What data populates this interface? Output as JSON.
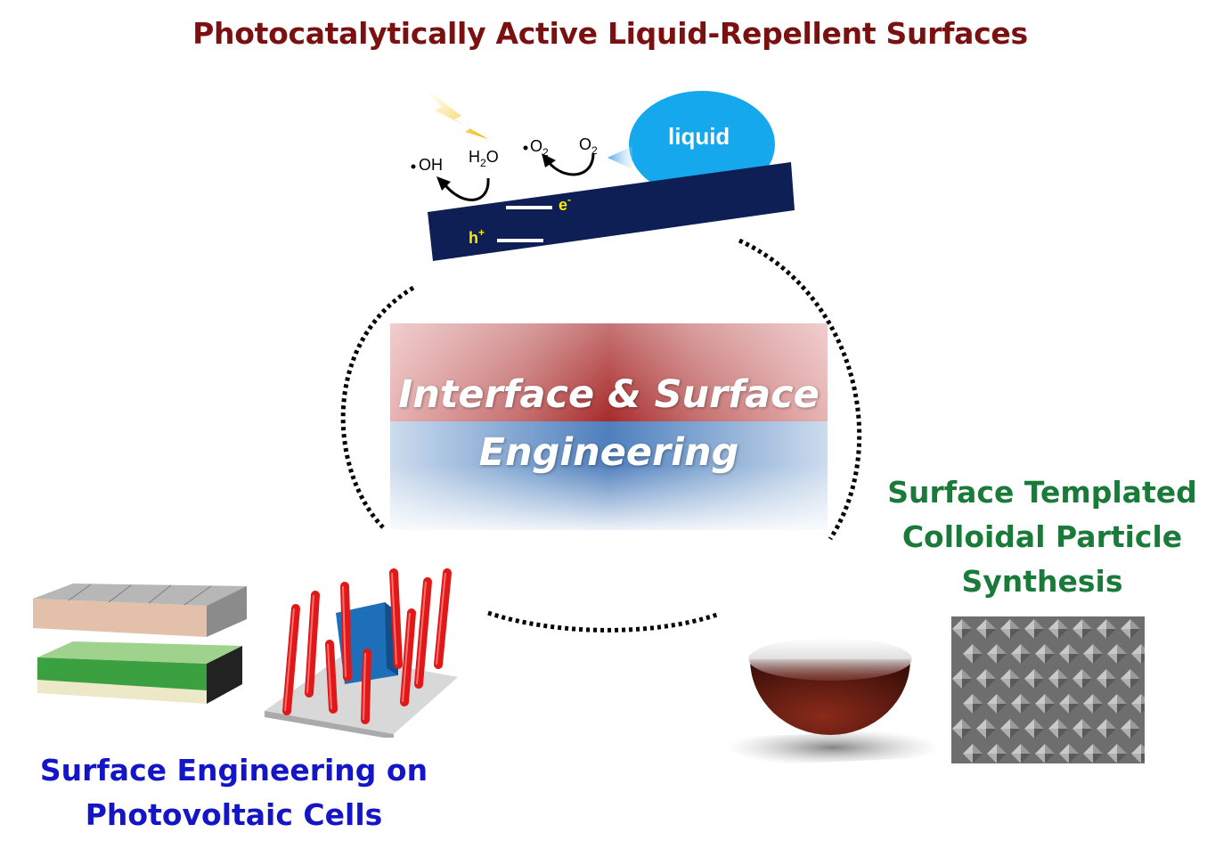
{
  "title": "Photocatalytically Active Liquid-Repellent Surfaces",
  "center": {
    "line1": "Interface & Surface",
    "line2": "Engineering"
  },
  "photocatalysis": {
    "liquid_label": "liquid",
    "oh": "OH",
    "h2o_h": "H",
    "h2o_sub": "2",
    "h2o_o": "O",
    "o2rad": "O",
    "o2rad_sub": "2",
    "o2": "O",
    "o2_sub": "2",
    "electron": "e",
    "electron_sup": "-",
    "hole": "h",
    "hole_sup": "+"
  },
  "right_label": {
    "line1": "Surface Templated",
    "line2": "Colloidal Particle",
    "line3": "Synthesis"
  },
  "left_label": {
    "line1": "Surface Engineering on",
    "line2": "Photovoltaic Cells"
  },
  "colors": {
    "title": "#7a1010",
    "right_label": "#1a7a3a",
    "left_label": "#1515c8",
    "substrate": "#0d1f55",
    "liquid": "#15a8ec",
    "carrier_label": "#ffe800"
  }
}
